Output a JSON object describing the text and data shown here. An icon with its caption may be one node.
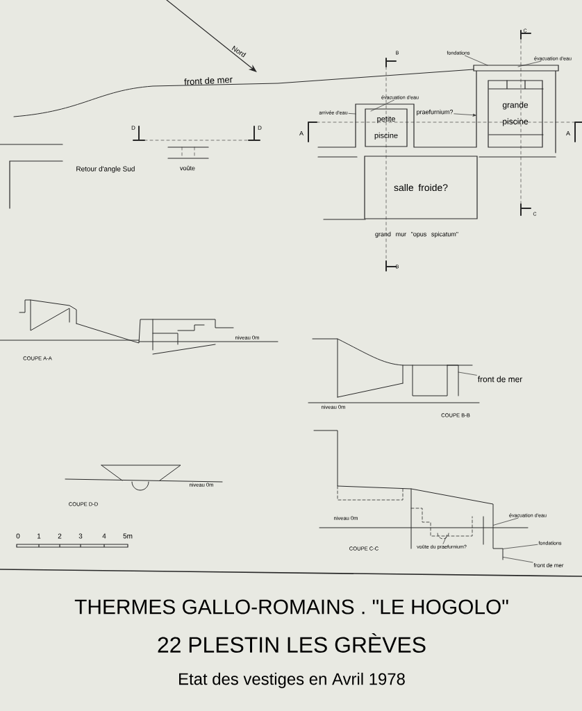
{
  "diagram": {
    "title": "THERMES GALLO-ROMAINS . \"LE HOGOLO\"",
    "nodes": [
      {
        "text": [
          "petite piscine"
        ]
      },
      {
        "text": [
          "grande piscine"
        ]
      },
      {
        "text": [
          "salle froide?"
        ]
      },
      {
        "text": [
          "arrivée d'eau"
        ]
      },
      {
        "text": [
          "évacuation d'eau"
        ]
      },
      {
        "text": [
          "praefurnium?"
        ]
      },
      {
        "text": [
          "fondations"
        ]
      },
      {
        "text": [
          "évacuation d'eau"
        ]
      },
      {
        "text": [
          "front de mer"
        ]
      },
      {
        "text": [
          "évacuation d'eau"
        ]
      },
      {
        "text": [
          "fondations"
        ]
      },
      {
        "text": [
          "front de mer"
        ]
      },
      {
        "text": [
          "voûte du praefurnium?"
        ],
        "in": 13
      },
      {
        "text": [],
        "shape": "picture"
      }
    ],
    "edges": [
      {
        "from": 3,
        "to": null,
        "arrow": "none"
      },
      {
        "from": 4,
        "to": null,
        "arrow": "none"
      },
      {
        "from": 5,
        "to": null,
        "arrow": "to"
      },
      {
        "from": 6,
        "to": null,
        "arrow": "none"
      },
      {
        "from": 7,
        "to": null,
        "arrow": "none"
      },
      {
        "from": 8,
        "to": null,
        "arrow": "none"
      },
      {
        "from": 9,
        "to": 13,
        "arrow": "none"
      },
      {
        "from": 10,
        "to": 13,
        "arrow": "none"
      },
      {
        "from": 11,
        "to": 13,
        "arrow": "none"
      },
      {
        "from": 12,
        "to": 13,
        "arrow": "none"
      }
    ],
    "labels": [
      "Nord",
      "front de mer",
      "D",
      "D",
      "voûte",
      "Retour d'angle Sud",
      "B",
      "A",
      "C",
      "A",
      "grand mur \"opus spicatum\"",
      "C",
      "B",
      "COUPE A-A",
      "niveau 0m",
      "niveau 0m",
      "COUPE B-B",
      "niveau 0m",
      "COUPE D-D",
      "niveau 0m",
      "COUPE C-C",
      "0",
      "1",
      "2",
      "3",
      "4",
      "5m",
      "22 PLESTIN LES GRÈVES",
      "Etat des vestiges en Avril 1978"
    ]
  }
}
